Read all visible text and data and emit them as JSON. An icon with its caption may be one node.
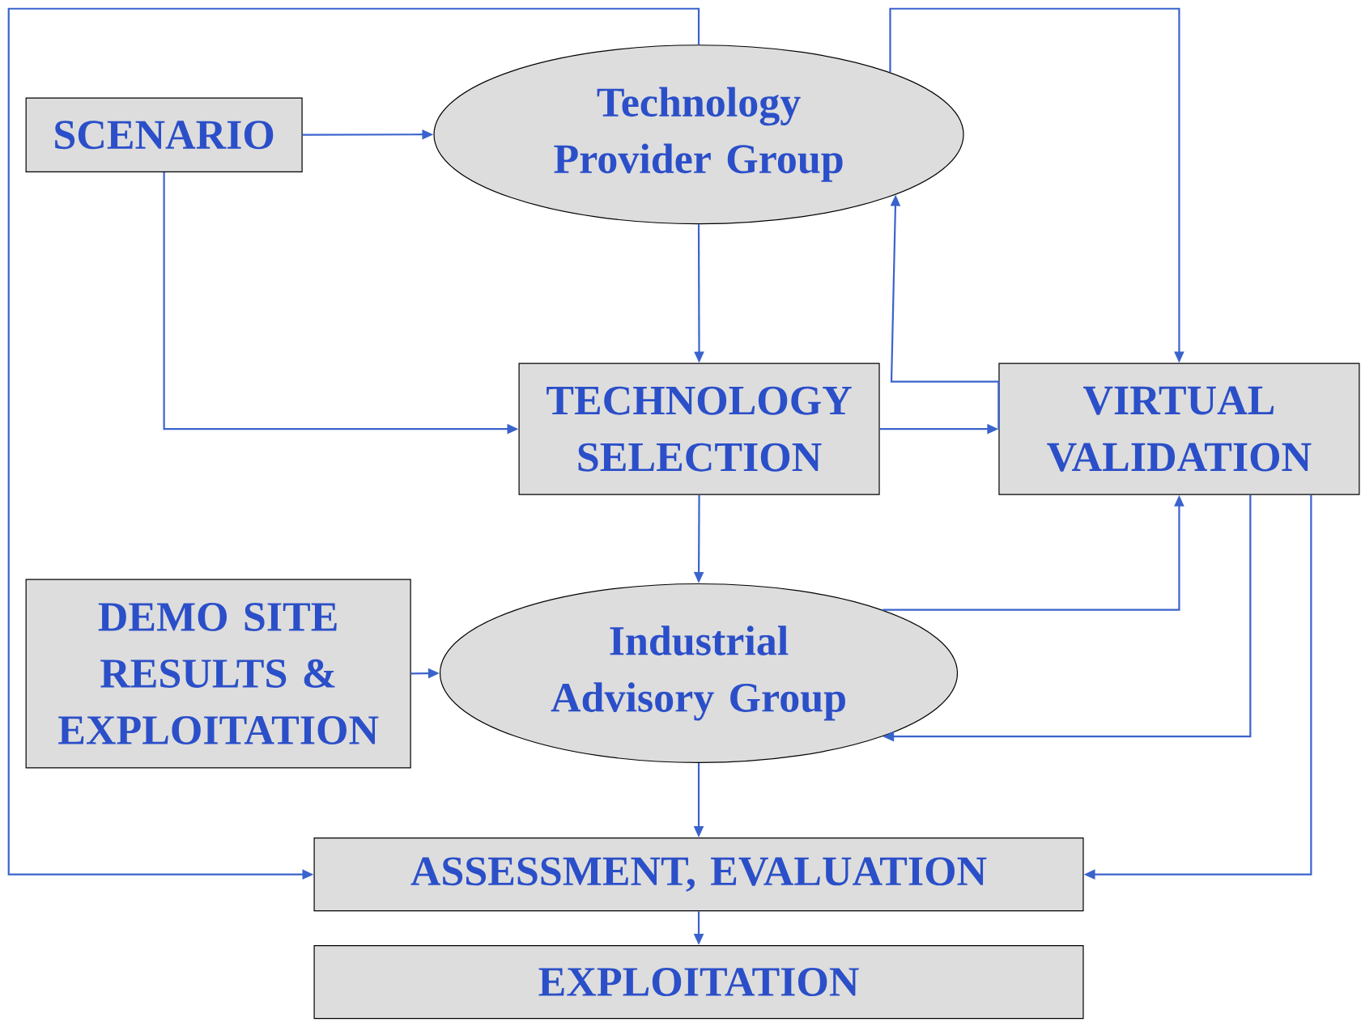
{
  "diagram": {
    "nodes": [
      {
        "text": [
          "SCENARIO"
        ]
      },
      {
        "text": [
          "Technology Provider Group"
        ]
      },
      {
        "text": [
          "TECHNOLOGY SELECTION"
        ]
      },
      {
        "text": [
          "VIRTUAL VALIDATION"
        ]
      },
      {
        "text": [
          "DEMO SITE RESULTS & EXPLOITATION"
        ]
      },
      {
        "text": [
          "Industrial Advisory Group"
        ]
      },
      {
        "text": [
          "ASSESSMENT, EVALUATION"
        ]
      },
      {
        "text": [
          "EXPLOITATION"
        ]
      }
    ],
    "edges": [
      {
        "from": 0,
        "to": 1,
        "arrow": "to"
      },
      {
        "from": 0,
        "to": 2,
        "arrow": "to"
      },
      {
        "from": 1,
        "to": 2,
        "arrow": "to"
      },
      {
        "from": 1,
        "to": 6,
        "arrow": "to"
      },
      {
        "from": 1,
        "to": 3,
        "arrow": "to"
      },
      {
        "from": 3,
        "to": 1,
        "arrow": "to"
      },
      {
        "from": 2,
        "to": 3,
        "arrow": "to"
      },
      {
        "from": 2,
        "to": 5,
        "arrow": "to"
      },
      {
        "from": 5,
        "to": 3,
        "arrow": "to"
      },
      {
        "from": 3,
        "to": 5,
        "arrow": "to"
      },
      {
        "from": 3,
        "to": 6,
        "arrow": "to"
      },
      {
        "from": 4,
        "to": 5,
        "arrow": "to"
      },
      {
        "from": 5,
        "to": 6,
        "arrow": "to"
      },
      {
        "from": 6,
        "to": 7,
        "arrow": "to"
      }
    ]
  }
}
